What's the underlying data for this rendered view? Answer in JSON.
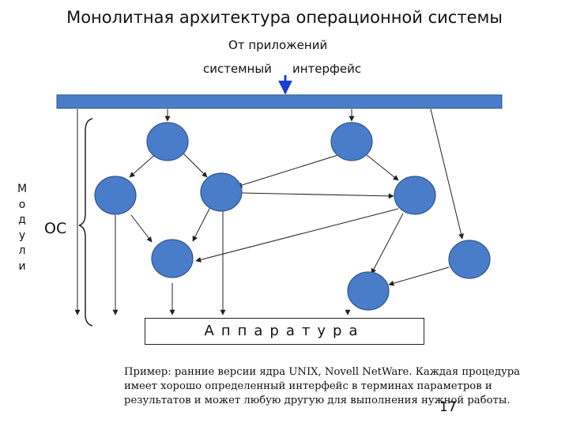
{
  "title": "Монолитная архитектура операционной системы",
  "from_apps": "От приложений",
  "syscall_left": "системный",
  "syscall_right": "интерфейс",
  "modules_letters": [
    "М",
    "о",
    "д",
    "у",
    "л",
    "и"
  ],
  "os_label": "ОС",
  "hardware_label": "Аппаратура",
  "note": "Пример: ранние версии ядра UNIX, Novell NetWare. Каждая процедура имеет хорошо определенный интерфейс в терминах параметров и результатов и может любую другую для выполнения нужной работы.",
  "page_number": "17",
  "colors": {
    "node_fill": "#4a7dc9",
    "node_stroke": "#2f568f",
    "bar_fill": "#4a7dc9",
    "arrow_blue": "#1a3fd1"
  }
}
